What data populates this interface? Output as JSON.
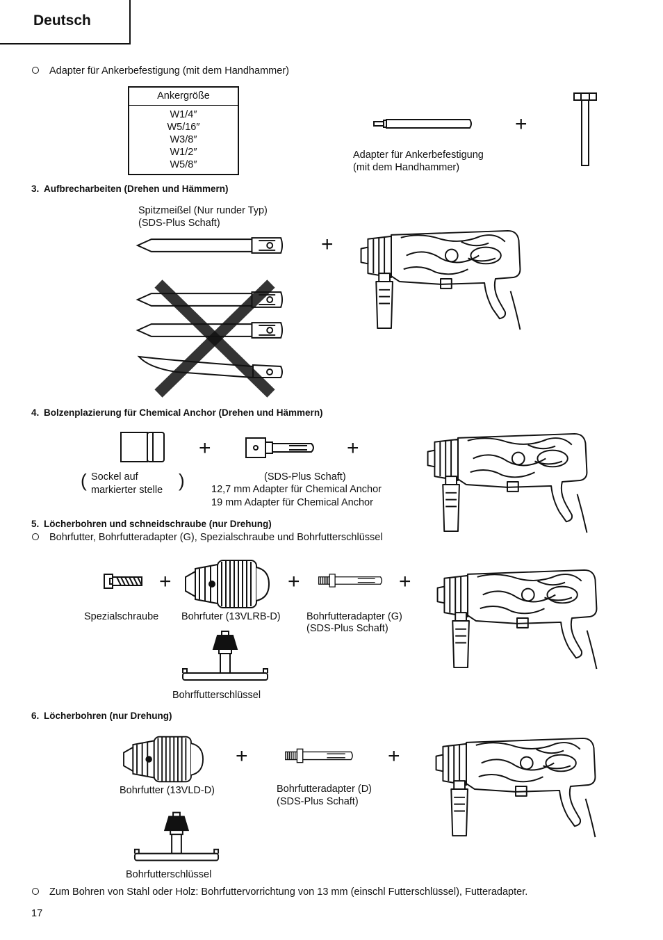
{
  "header": {
    "language_tab": "Deutsch"
  },
  "intro": {
    "bullet_text": "Adapter für Ankerbefestigung (mit dem Handhammer)",
    "table_header": "Ankergröße",
    "anchor_sizes": [
      "W1/4″",
      "W5/16″",
      "W3/8″",
      "W1/2″",
      "W5/8″"
    ],
    "adapter_caption_1": "Adapter für Ankerbefestigung",
    "adapter_caption_2": "(mit dem Handhammer)"
  },
  "plus_sign": "+",
  "section3": {
    "heading": "3. Aufbrecharbeiten (Drehen und Hämmern)",
    "chisel_caption_1": "Spitzmeißel (Nur runder Typ)",
    "chisel_caption_2": "(SDS-Plus Schaft)"
  },
  "section4": {
    "heading": "4. Bolzenplazierung für Chemical Anchor (Drehen und Hämmern)",
    "socket_caption_1": "Sockel auf",
    "socket_caption_2": "markierter stelle",
    "paren_open": "(",
    "paren_close": ")",
    "adapter_caption_1": "(SDS-Plus Schaft)",
    "adapter_caption_2": "12,7 mm Adapter für Chemical Anchor",
    "adapter_caption_3": "19 mm Adapter für Chemical Anchor"
  },
  "section5": {
    "heading": "5. Löcherbohren und schneidschraube (nur Drehung)",
    "bullet_text": "Bohrfutter, Bohrfutteradapter (G), Spezialschraube und Bohrfutterschlüssel",
    "screw_caption": "Spezialschraube",
    "chuck_caption": "Bohrfuter (13VLRB-D)",
    "adapter_caption_1": "Bohrfutteradapter (G)",
    "adapter_caption_2": "(SDS-Plus Schaft)",
    "key_caption": "Bohrffutterschlüssel"
  },
  "section6": {
    "heading": "6. Löcherbohren (nur Drehung)",
    "chuck_caption": "Bohrfutter (13VLD-D)",
    "adapter_caption_1": "Bohrfutteradapter (D)",
    "adapter_caption_2": "(SDS-Plus Schaft)",
    "key_caption": "Bohrfutterschlüssel"
  },
  "footer": {
    "bullet_text": "Zum Bohren von Stahl oder Holz: Bohrfuttervorrichtung von 13 mm (einschl Futterschlüssel), Futteradapter.",
    "page_number": "17"
  },
  "icons": [
    "hammer-icon",
    "drill-icon",
    "chisel-icon",
    "drill-chuck-icon",
    "chuck-key-icon",
    "adapter-icon",
    "socket-icon",
    "special-screw-icon",
    "cross-out-icon"
  ]
}
